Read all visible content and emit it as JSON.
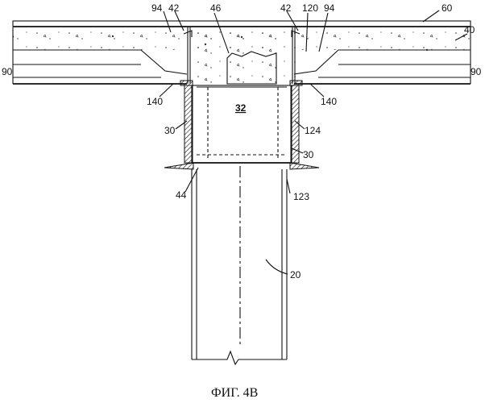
{
  "caption": "ФИГ. 4B",
  "labels": {
    "l94a": "94",
    "l42a": "42",
    "l46": "46",
    "l42b": "42",
    "l120": "120",
    "l94b": "94",
    "l60": "60",
    "l40": "40",
    "l90a": "90",
    "l90b": "90",
    "l140a": "140",
    "l140b": "140",
    "l32": "32",
    "l30a": "30",
    "l124": "124",
    "l30b": "30",
    "l44": "44",
    "l123": "123",
    "l20": "20"
  }
}
